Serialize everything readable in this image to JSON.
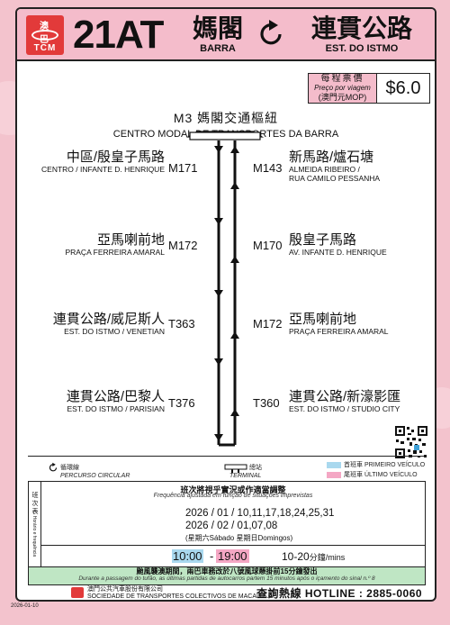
{
  "header": {
    "logo_text_top": "澳 巴",
    "logo_text_bottom": "TCM",
    "route_number": "21AT",
    "origin_zh": "媽閣",
    "origin_pt": "BARRA",
    "destination_zh": "連貫公路",
    "destination_pt": "EST. DO ISTMO",
    "circular_icon": "circular-arrow-icon"
  },
  "fare": {
    "label_zh": "每程票價",
    "label_pt": "Preço por viagem",
    "label_unit": "(澳門元MOP)",
    "value": "$6.0"
  },
  "hub": {
    "code_zh": "M3  媽閣交通樞紐",
    "pt": "CENTRO MODAL DE TRANSPORTES DA BARRA"
  },
  "stops_left": [
    {
      "zh": "中區/殷皇子馬路",
      "pt": "CENTRO / INFANTE D. HENRIQUE",
      "code": "M171"
    },
    {
      "zh": "亞馬喇前地",
      "pt": "PRAÇA FERREIRA AMARAL",
      "code": "M172"
    },
    {
      "zh": "連貫公路/威尼斯人",
      "pt": "EST. DO ISTMO / VENETIAN",
      "code": "T363"
    },
    {
      "zh": "連貫公路/巴黎人",
      "pt": "EST. DO ISTMO / PARISIAN",
      "code": "T376"
    }
  ],
  "stops_right": [
    {
      "zh": "新馬路/爐石塘",
      "pt1": "ALMEIDA RIBEIRO /",
      "pt2": "RUA CAMILO PESSANHA",
      "code": "M143"
    },
    {
      "zh": "殷皇子馬路",
      "pt1": "AV. INFANTE D. HENRIQUE",
      "pt2": "",
      "code": "M170"
    },
    {
      "zh": "亞馬喇前地",
      "pt1": "PRAÇA FERREIRA AMARAL",
      "pt2": "",
      "code": "M172"
    },
    {
      "zh": "連貫公路/新濠影匯",
      "pt1": "EST. DO ISTMO / STUDIO CITY",
      "pt2": "",
      "code": "T360"
    }
  ],
  "legend": {
    "circular_zh": "循環線",
    "circular_pt": "PERCURSO CIRCULAR",
    "terminal_zh": "總站",
    "terminal_pt": "TERMINAL",
    "first_zh": "首班車",
    "first_pt": "PRIMEIRO VEÍCULO",
    "last_zh": "尾班車",
    "last_pt": "ÚLTIMO VEÍCULO",
    "first_color": "#a9d8ee",
    "last_color": "#f4a7c4"
  },
  "schedule": {
    "side_label": "班 次 表",
    "side_label_pt": "Horário e frequência",
    "title": "班次將視乎實況或作適當調整",
    "subtitle": "Frequência ajustada em função de situações imprevistas",
    "dates_line1": "2026 / 01 / 10,11,17,18,24,25,31",
    "dates_line2": "2026 / 02 / 01,07,08",
    "dates_line3": "(星期六Sábado   星期日Domingos)",
    "first_time": "10:00",
    "dash": "-",
    "last_time": "19:00",
    "frequency": "10-20",
    "frequency_unit": "分鐘/mins"
  },
  "notice": {
    "zh": "颱風襲澳期間，兩巴車務改於八號風球懸掛前15分鐘發出",
    "pt": "Durante a passagem do tufão, as últimas partidas de autocarros partem 15 minutos após o içamento do sinal n.º 8"
  },
  "footer": {
    "company_zh": "澳門公共汽車股份有限公司",
    "company_pt": "SOCIEDADE DE TRANSPORTES COLECTIVOS DE MACAU S.A.",
    "hotline": "查詢熱線 HOTLINE : 2885-0060",
    "date_stamp": "2026-01-10"
  }
}
